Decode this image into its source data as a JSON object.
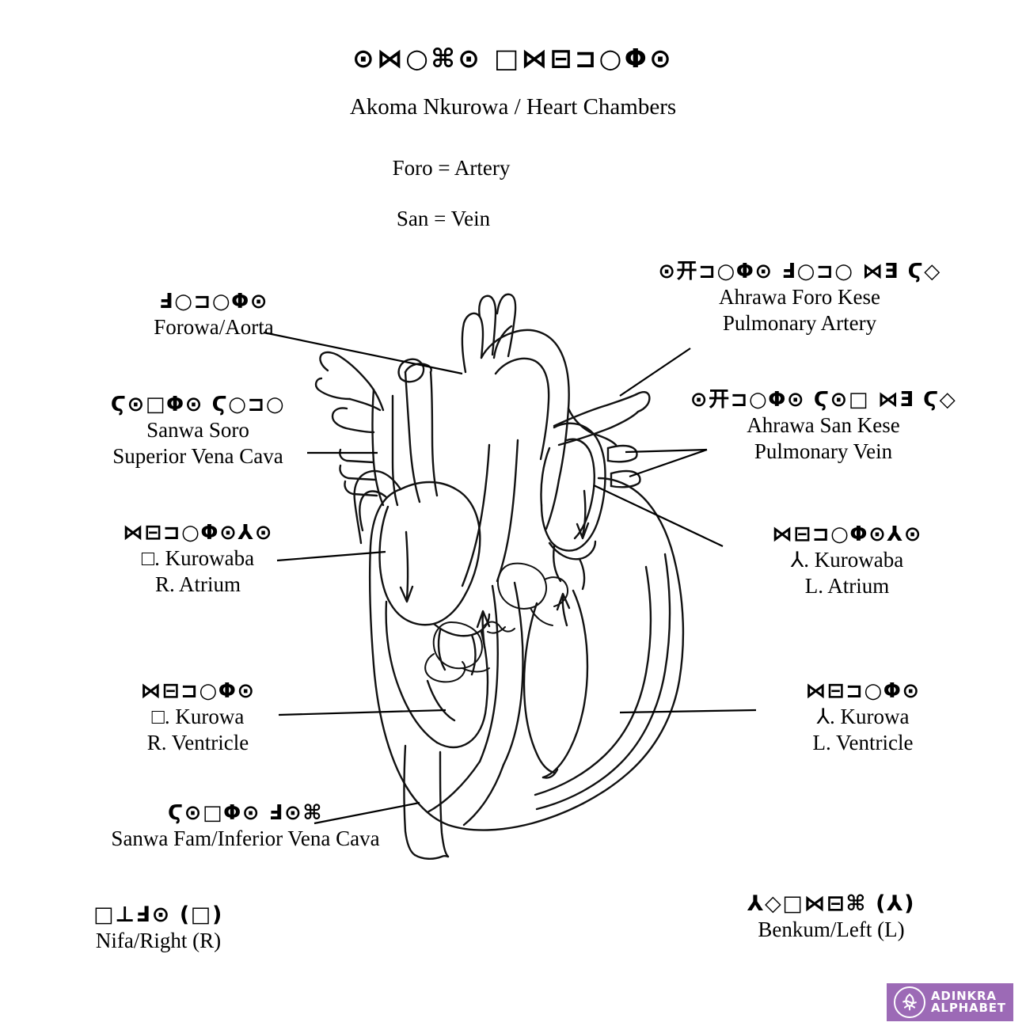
{
  "title": {
    "adinkra": "⊙⋈○⌘⊙ □⋈⊟⊐○Φ⊙",
    "roman": "Akoma Nkurowa / Heart Chambers"
  },
  "legend": {
    "artery": "Foro = Artery",
    "vein": "San = Vein"
  },
  "labels": {
    "aorta": {
      "adinkra": "Ⅎ○⊐○Φ⊙",
      "roman": "Forowa/Aorta"
    },
    "superior_vena_cava": {
      "adinkra": "Ϛ⊙□Φ⊙ Ϛ○⊐○",
      "roman1": "Sanwa Soro",
      "roman2": "Superior Vena Cava"
    },
    "right_atrium": {
      "adinkra": "⋈⊟⊐○Φ⊙⅄⊙",
      "roman1": "□. Kurowaba",
      "roman2": "R. Atrium"
    },
    "right_ventricle": {
      "adinkra": "⋈⊟⊐○Φ⊙",
      "roman1": "□. Kurowa",
      "roman2": "R. Ventricle"
    },
    "inferior_vena_cava": {
      "adinkra": "Ϛ⊙□Φ⊙ Ⅎ⊙⌘",
      "roman": "Sanwa Fam/Inferior Vena Cava"
    },
    "pulmonary_artery": {
      "adinkra": "⊙开⊐○Φ⊙ Ⅎ○⊐○ ⋈Ǝ Ϛ◇",
      "roman1": "Ahrawa Foro Kese",
      "roman2": "Pulmonary Artery"
    },
    "pulmonary_vein": {
      "adinkra": "⊙开⊐○Φ⊙ Ϛ⊙□ ⋈Ǝ Ϛ◇",
      "roman1": "Ahrawa San Kese",
      "roman2": "Pulmonary Vein"
    },
    "left_atrium": {
      "adinkra": "⋈⊟⊐○Φ⊙⅄⊙",
      "roman1": "⅄. Kurowaba",
      "roman2": "L. Atrium"
    },
    "left_ventricle": {
      "adinkra": "⋈⊟⊐○Φ⊙",
      "roman1": "⅄. Kurowa",
      "roman2": "L. Ventricle"
    },
    "right_side": {
      "adinkra": "□⊥Ⅎ⊙ (□)",
      "roman": "Nifa/Right (R)"
    },
    "left_side": {
      "adinkra": "⅄◇□⋈⊟⌘ (⅄)",
      "roman": "Benkum/Left (L)"
    }
  },
  "logo": {
    "line1": "ADINKRA",
    "line2": "ALPHABET",
    "color": "#9c6ab6"
  },
  "colors": {
    "ink": "#111111",
    "background": "#ffffff",
    "brand_purple": "#9c6ab6"
  }
}
